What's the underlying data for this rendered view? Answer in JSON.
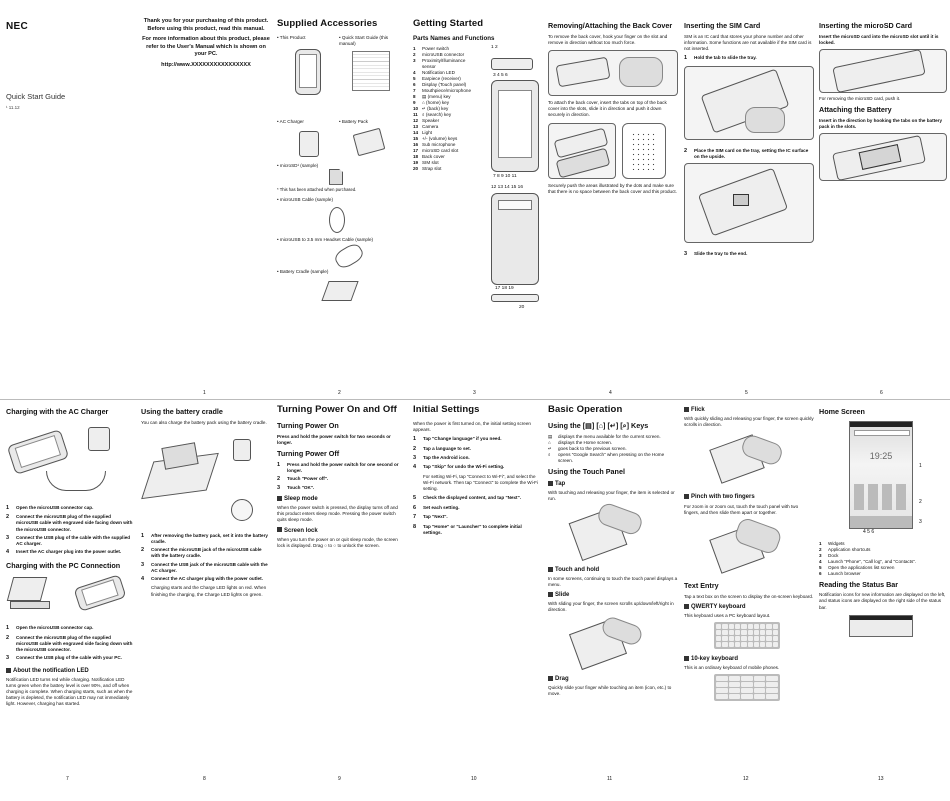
{
  "cover": {
    "brand": "NEC",
    "title": "Quick Start Guide",
    "version": "¹ 11.12"
  },
  "thanks": {
    "lines": [
      "Thank you for your purchasing of this product. Before using this product, read this manual.",
      "For more information about this product, please refer to the User's Manual which is shown on your PC.",
      "http://www.XXXXXXXXXXXXXXXX"
    ]
  },
  "accessories": {
    "title": "Supplied Accessories",
    "this_product": "• This Product",
    "quick_guide": "• Quick Start Guide (this manual)",
    "ac_charger": "• AC Charger",
    "battery_pack": "• Battery Pack",
    "microsd": "• microSD¹ (sample)",
    "footnote": "* This has been attached when purchased.",
    "usb_cable": "• microUSB Cable (sample)",
    "headset": "• microUSB to 3.5 mm Headset Cable (sample)",
    "cradle": "• Battery Cradle (sample)"
  },
  "getting_started": {
    "title": "Getting Started",
    "subtitle": "Parts Names and Functions",
    "parts": [
      {
        "n": "1",
        "t": "Power switch"
      },
      {
        "n": "2",
        "t": "microUSB connector"
      },
      {
        "n": "3",
        "t": "Proximity/Illuminance sensor"
      },
      {
        "n": "4",
        "t": "Notification LED"
      },
      {
        "n": "5",
        "t": "Earpiece (receiver)"
      },
      {
        "n": "6",
        "t": "Display (Touch panel)"
      },
      {
        "n": "7",
        "t": "Mouthpiece/microphone"
      },
      {
        "n": "8",
        "t": "▤ (menu) key"
      },
      {
        "n": "9",
        "t": "⌂ (home) key"
      },
      {
        "n": "10",
        "t": "↵ (back) key"
      },
      {
        "n": "11",
        "t": "⌕ (search) key"
      },
      {
        "n": "12",
        "t": "Speaker"
      },
      {
        "n": "13",
        "t": "Camera"
      },
      {
        "n": "14",
        "t": "Light"
      },
      {
        "n": "15",
        "t": "+/- (volume) keys"
      },
      {
        "n": "16",
        "t": "Sub microphone"
      },
      {
        "n": "17",
        "t": "microSD card slot"
      },
      {
        "n": "18",
        "t": "Back cover"
      },
      {
        "n": "19",
        "t": "SIM slot"
      },
      {
        "n": "20",
        "t": "Strap slot"
      }
    ],
    "callouts_top": "1   2",
    "callouts_mid": "3 4 5   6",
    "callouts_bottom": "7 8 9 10 11",
    "callouts_back": "12 13  14  15  16",
    "callouts_back_bottom": "17     18     19",
    "callout_20": "20"
  },
  "back_cover": {
    "title": "Removing/Attaching the Back Cover",
    "p1": "To remove the back cover, hook your finger on the slot and remove in direction without too much force.",
    "p2": "To attach the back cover, insert the tabs on top of the back cover into the slots, slide it in direction and push it down securely in direction.",
    "p3": "Securely push the areas illustrated by the dots and make sure that there is no space between the back cover and this product."
  },
  "sim": {
    "title": "Inserting the SIM Card",
    "intro": "SIM is an IC card that stores your phone number and other information. Some functions are not available if the SIM card is not inserted.",
    "steps": [
      {
        "n": "1",
        "t": "Hold the tab to slide the tray."
      },
      {
        "n": "2",
        "t": "Place the SIM card on the tray, setting the IC surface on the upside."
      },
      {
        "n": "3",
        "t": "Slide the tray to the end."
      }
    ]
  },
  "microsd": {
    "title": "Inserting the microSD Card",
    "intro": "Insert the microSD card into the microSD slot until it is locked.",
    "remove": "For removing the microSD card, push it.",
    "battery_title": "Attaching the Battery",
    "battery_text": "Insert in the direction by hooking the tabs on the battery pack in the slots."
  },
  "page_numbers_top": [
    "1",
    "2",
    "3",
    "4",
    "5",
    "6"
  ],
  "page_numbers_bottom": [
    "7",
    "8",
    "9",
    "10",
    "11",
    "12",
    "13"
  ],
  "ac_charging": {
    "title": "Charging with the AC Charger",
    "steps": [
      {
        "n": "1",
        "t": "Open the microUSB connector cap."
      },
      {
        "n": "2",
        "t": "Connect the microUSB plug of the supplied microUSB cable with engraved side facing down with the microUSB connector."
      },
      {
        "n": "3",
        "t": "Connect the USB plug of the cable with the supplied AC charger."
      },
      {
        "n": "4",
        "t": "Insert the AC charger plug into the power outlet."
      }
    ],
    "pc_title": "Charging with the PC Connection",
    "pc_steps": [
      {
        "n": "1",
        "t": "Open the microUSB connector cap."
      },
      {
        "n": "2",
        "t": "Connect the microUSB plug of the supplied microUSB cable with engraved side facing down with the microUSB connector."
      },
      {
        "n": "3",
        "t": "Connect the USB plug of the cable with your PC."
      }
    ],
    "led_title": "About the notification LED",
    "led_text": "Notification LED turns red while charging. Notification LED turns green when the battery level is over 90%, and off when charging is complete. When charging starts, such as when the battery is depleted, the notification LED may not immediately light. However, charging has started."
  },
  "cradle": {
    "title": "Using the battery cradle",
    "intro": "You can also charge the battery pack using the battery cradle.",
    "steps": [
      {
        "n": "1",
        "t": "After removing the battery pack, set it into the battery cradle."
      },
      {
        "n": "2",
        "t": "Connect the microUSB jack of the microUSB cable with the battery cradle."
      },
      {
        "n": "3",
        "t": "Connect the USB jack of the microUSB cable with the AC charger."
      },
      {
        "n": "4",
        "t": "Connect the AC charger plug with the power outlet."
      }
    ],
    "step4_note": "Charging starts and the Charge LED lights on red. When finishing the charging, the Charge LED lights on green."
  },
  "power": {
    "title": "Turning Power On and Off",
    "on_title": "Turning Power On",
    "on_text": "Press and hold the power switch for two seconds or longer.",
    "off_title": "Turning Power Off",
    "off_steps": [
      {
        "n": "1",
        "t": "Press and hold the power switch for one second or longer."
      },
      {
        "n": "2",
        "t": "Touch \"Power off\"."
      },
      {
        "n": "3",
        "t": "Touch \"OK\"."
      }
    ],
    "sleep_title": "Sleep mode",
    "sleep_text": "When the power switch is pressed, the display turns off and this product enters sleep mode. Pressing the power switch quits sleep mode.",
    "lock_title": "Screen lock",
    "lock_text": "When you turn the power on or quit sleep mode, the screen lock is displayed. Drag ○ to ○ to unlock the screen."
  },
  "initial": {
    "title": "Initial Settings",
    "intro": "When the power is first turned on, the initial setting screen appears.",
    "steps": [
      {
        "n": "1",
        "t": "Tap \"Change language\" if you need."
      },
      {
        "n": "2",
        "t": "Tap a language to set."
      },
      {
        "n": "3",
        "t": "Tap the Android icon."
      },
      {
        "n": "4",
        "t": "Tap \"Skip\" for undo the Wi-Fi setting."
      },
      {
        "n": "5",
        "t": "Check the displayed content, and tap \"Next\"."
      },
      {
        "n": "6",
        "t": "Set each setting."
      },
      {
        "n": "7",
        "t": "Tap \"Next\"."
      },
      {
        "n": "8",
        "t": "Tap \"Home\" or \"Launcher\" to complete initial settings."
      }
    ],
    "step4_note": "For setting Wi-Fi, tap \"Connect to Wi-Fi\", and select the Wi-Fi network. Then tap \"Connect\" to complete the Wi-Fi setting."
  },
  "basic": {
    "title": "Basic Operation",
    "keys_title": "Using the [▤] [⌂] [↵] [⌕] Keys",
    "keys": [
      {
        "k": "▤",
        "t": "displays the menu available for the current screen."
      },
      {
        "k": "⌂",
        "t": "displays the Home screen."
      },
      {
        "k": "↵",
        "t": "goes back to the previous screen."
      },
      {
        "k": "⌕",
        "t": "opens \"Google Search\" when pressing on the Home screen."
      }
    ],
    "touch_title": "Using the Touch Panel",
    "tap_title": "Tap",
    "tap_text": "With touching and releasing your finger, the item is selected or run.",
    "hold_title": "Touch and hold",
    "hold_text": "In some screens, continuing to touch the touch panel displays a menu.",
    "slide_title": "Slide",
    "slide_text": "With sliding your finger, the screen scrolls up/down/left/right in direction.",
    "drag_title": "Drag",
    "drag_text": "Quickly slide your finger while touching an item (icon, etc.) to move."
  },
  "flick": {
    "flick_title": "Flick",
    "flick_text": "With quickly sliding and releasing your finger, the screen quickly scrolls in direction.",
    "pinch_title": "Pinch with two fingers",
    "pinch_text": "For zoom in or zoom out, touch the touch panel with two fingers, and then slide them apart or together.",
    "text_title": "Text Entry",
    "text_text": "Tap a text box on the screen to display the on-screen keyboard.",
    "qwerty_title": "QWERTY keyboard",
    "qwerty_text": "This keyboard uses a PC keyboard layout.",
    "tenkey_title": "10-key keyboard",
    "tenkey_text": "This is an ordinary keyboard of mobile phones."
  },
  "home": {
    "title": "Home Screen",
    "clock": "19:25",
    "items": [
      {
        "n": "1",
        "t": "Widgets"
      },
      {
        "n": "2",
        "t": "Application shortcuts"
      },
      {
        "n": "3",
        "t": "Dock"
      },
      {
        "n": "4",
        "t": "Launch \"Phone\", \"Call log\", and \"Contacts\"."
      },
      {
        "n": "5",
        "t": "Open the applications list screen"
      },
      {
        "n": "6",
        "t": "Launch browser"
      }
    ],
    "callouts": [
      "1",
      "2",
      "3"
    ],
    "callouts_bottom": "4  5  6",
    "status_title": "Reading the Status Bar",
    "status_text": "Notification icons for new information are displayed on the left, and status icons are displayed on the right side of the status bar."
  }
}
